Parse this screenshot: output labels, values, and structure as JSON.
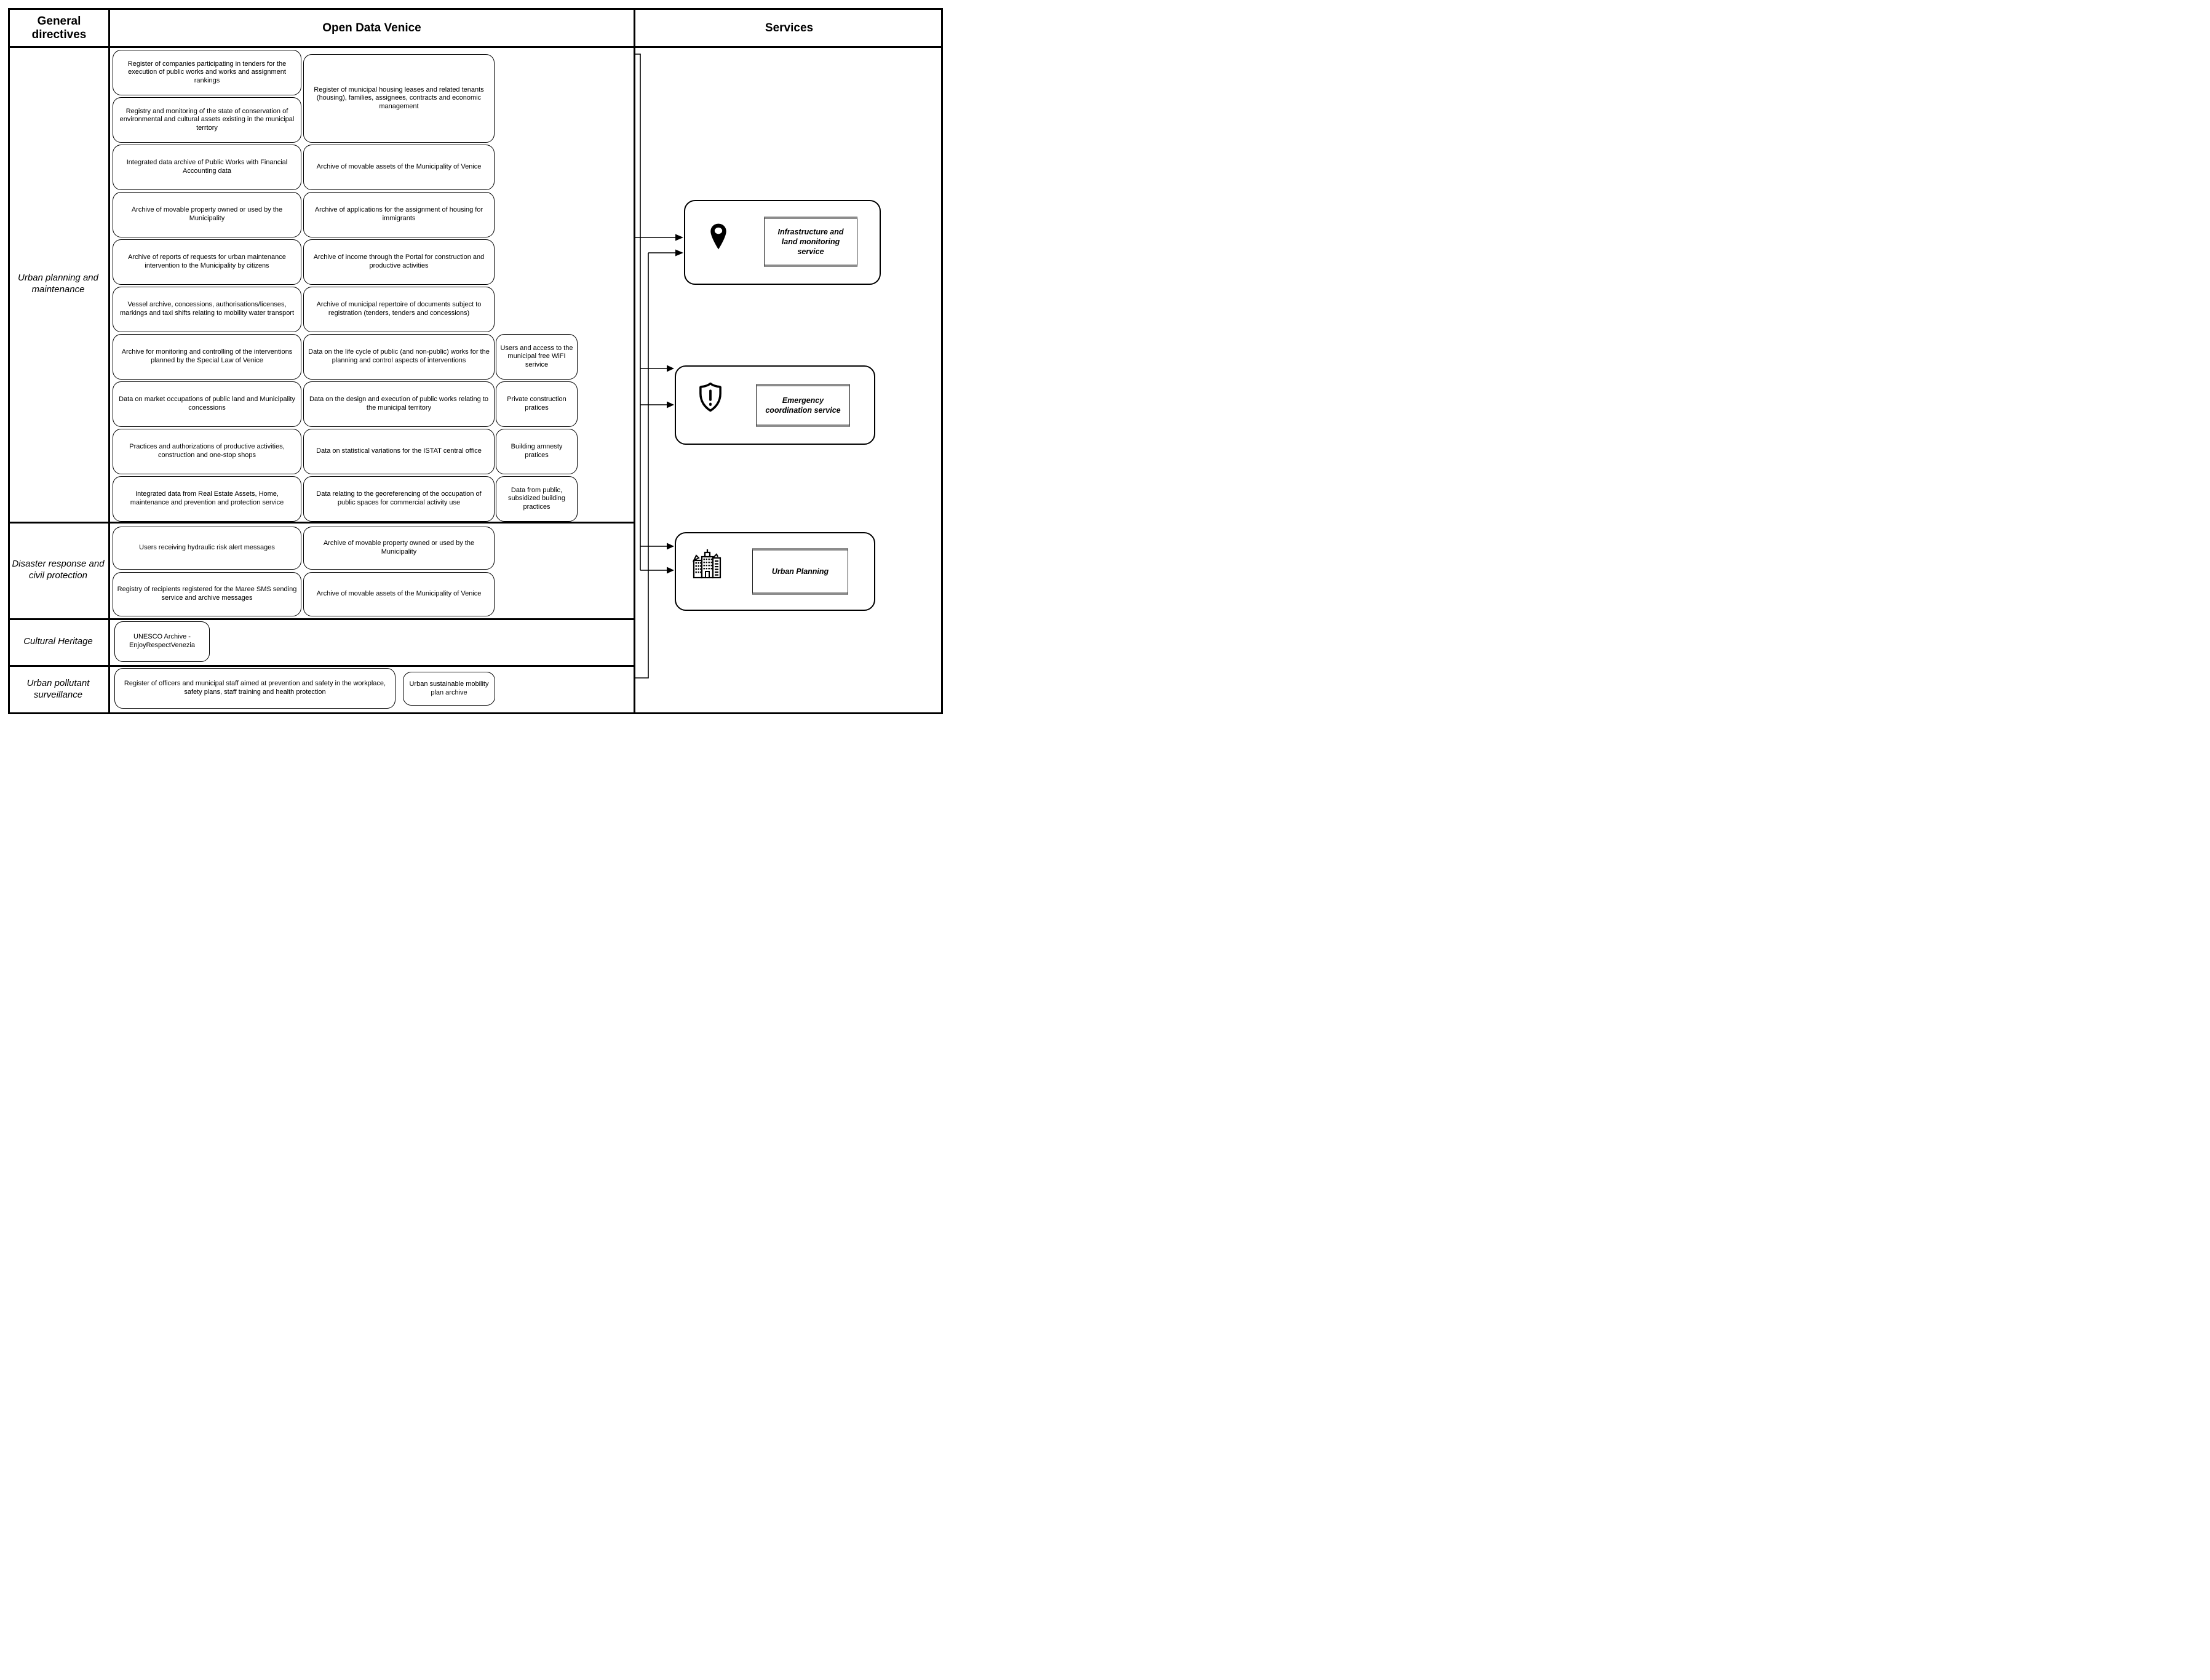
{
  "header": {
    "general_directives": "General directives",
    "open_data_venice": "Open Data Venice",
    "services": "Services"
  },
  "directives": [
    "Urban planning and maintenance",
    "Disaster response and civil protection",
    "Cultural Heritage",
    "Urban pollutant surveillance"
  ],
  "open_data": {
    "urban_planning_col1": [
      "Register of companies participating in tenders for the execution of public works and works and assignment rankings",
      "Registry and monitoring of the state of conservation of environmental and cultural assets existing in the municipal terrtory",
      "Integrated data archive of Public Works with Financial Accounting data",
      "Archive of movable property owned or used by the Municipality",
      "Archive of reports of requests for urban maintenance intervention to the Municipality by citizens",
      "Vessel archive, concessions, authorisations/licenses, markings and taxi shifts relating to mobility water transport",
      "Archive for monitoring and controlling of the interventions planned by the Special Law of Venice",
      "Data on market occupations of public land and Municipality concessions",
      "Practices and authorizations of productive activities, construction and one-stop shops",
      "Integrated data from Real Estate Assets, Home, maintenance and prevention and protection service"
    ],
    "urban_planning_col2": [
      "Register of municipal housing leases and related tenants (housing), families, assignees, contracts and economic management",
      "Archive of movable assets of the Municipality of Venice",
      "Archive of applications for the assignment of housing for immigrants",
      "Archive of income through the Portal for construction and productive activities",
      "Archive of municipal repertoire of documents subject to registration (tenders, tenders and concessions)",
      "Data on the life cycle of public (and non-public) works for the planning and control aspects of interventions",
      "Data on the design and execution of public works relating to the municipal territory",
      "Data on statistical variations for the ISTAT central office",
      "Data relating to the georeferencing of the occupation of public spaces for commercial activity use"
    ],
    "urban_planning_col3": [
      "Users and access to the municipal free WiFI serivice",
      "Private construction pratices",
      "Building amnesty pratices",
      "Data from public, subsidized building practices"
    ],
    "disaster_col1": [
      "Users receiving hydraulic risk alert messages",
      "Registry of recipients registered for the Maree SMS sending service and archive messages"
    ],
    "disaster_col2": [
      "Archive of movable property owned or used by the Municipality",
      "Archive of movable assets of the Municipality of Venice"
    ],
    "cultural": [
      "UNESCO Archive - EnjoyRespectVenezia"
    ],
    "pollutant": [
      "Register of officers and municipal staff aimed at prevention and safety in the workplace, safety plans, staff training and health protection",
      "Urban sustainable mobility plan archive"
    ]
  },
  "services": [
    {
      "label": "Infrastructure and land monitoring service",
      "icon": "location-pin-icon"
    },
    {
      "label": "Emergency coordination service",
      "icon": "shield-exclamation-icon"
    },
    {
      "label": "Urban Planning",
      "icon": "city-buildings-icon"
    }
  ],
  "colors": {
    "line": "#000000",
    "background": "#ffffff",
    "inner_frame_shadow": "#8c8c8c"
  }
}
